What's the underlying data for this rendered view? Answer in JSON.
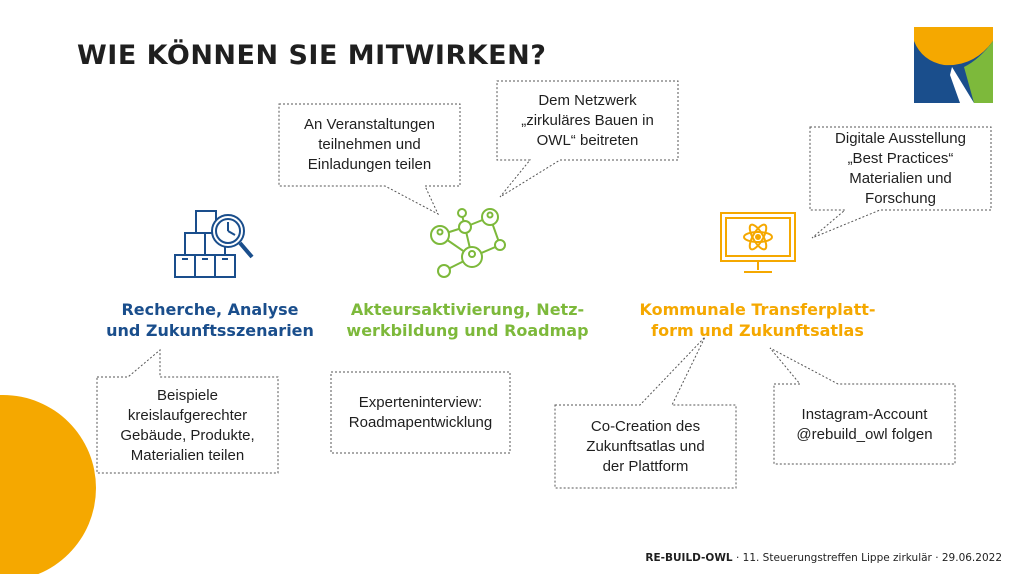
{
  "slide_title": "WIE KÖNNEN SIE MITWIRKEN?",
  "colors": {
    "blue": "#1a4e8c",
    "green": "#7db93b",
    "orange": "#f5a800",
    "text": "#1f1f1f"
  },
  "columns": [
    {
      "heading_lines": [
        "Recherche, Analyse",
        "und Zukunftsszenarien"
      ],
      "color": "#1a4e8c",
      "icon": "boxes-magnifier-clock-icon"
    },
    {
      "heading_lines": [
        "Akteursaktivierung, Netz-",
        "werkbildung und Roadmap"
      ],
      "color": "#7db93b",
      "icon": "network-people-icon"
    },
    {
      "heading_lines": [
        "Kommunale Transferplatt-",
        "form und Zukunftsatlas"
      ],
      "color": "#f5a800",
      "icon": "monitor-atom-icon"
    }
  ],
  "callouts": [
    {
      "lines": [
        "An Veranstaltungen",
        "teilnehmen und",
        "Einladungen teilen"
      ]
    },
    {
      "lines": [
        "Dem Netzwerk",
        "„zirkuläres Bauen in",
        "OWL“ beitreten"
      ]
    },
    {
      "lines": [
        "Digitale Ausstellung",
        "„Best Practices“",
        "Materialien und",
        "Forschung"
      ]
    },
    {
      "lines": [
        "Beispiele",
        "kreislaufgerechter",
        "Gebäude, Produkte,",
        "Materialien teilen"
      ]
    },
    {
      "lines": [
        "Experteninterview:",
        "Roadmapentwicklung"
      ]
    },
    {
      "lines": [
        "Co-Creation des",
        "Zukunftsatlas und",
        "der Plattform"
      ]
    },
    {
      "lines": [
        "Instagram-Account",
        "@rebuild_owl folgen"
      ]
    }
  ],
  "footer": {
    "brand": "RE-BUILD-OWL",
    "detail": " · 11. Steuerungstreffen Lippe zirkulär · 29.06.2022"
  }
}
